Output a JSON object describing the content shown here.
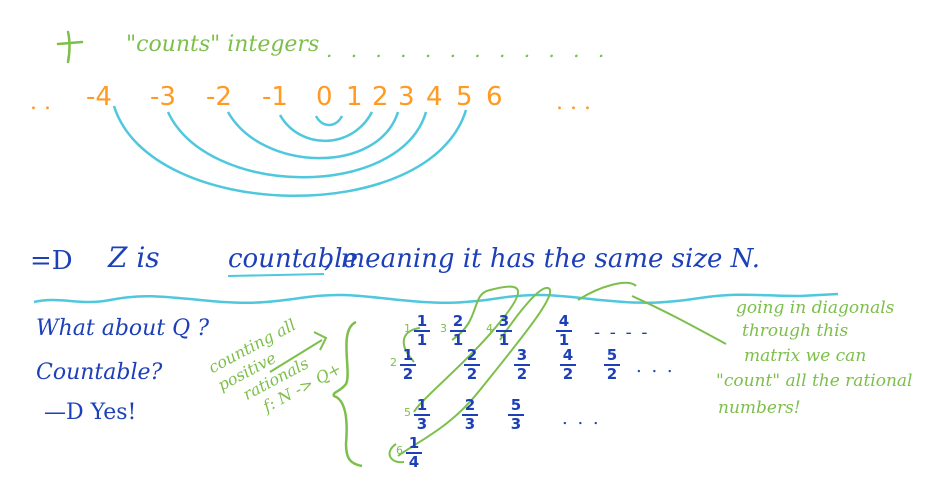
{
  "top": {
    "f_label": "f",
    "counts_label": "\"counts\" integers",
    "dotted_trail": ". . . . . . . . . . . ."
  },
  "number_line": {
    "left_dots": ". .",
    "numbers": [
      "-4",
      "-3",
      "-2",
      "-1",
      "0",
      "1",
      "2",
      "3",
      "4",
      "5",
      "6"
    ],
    "right_dots": ". . ."
  },
  "conclusion": {
    "arrow": "=D",
    "text_before": "Z is",
    "underlined_word": "countable",
    "text_after": ", meaning it has the same size N."
  },
  "question": {
    "what_about": "What about Q ?",
    "countable": "Countable?",
    "answer": "—D Yes!"
  },
  "side_note": {
    "lines": [
      "counting all",
      "positive",
      "rationals",
      "f: N -> Q+"
    ]
  },
  "matrix": {
    "row1": [
      {
        "tag": "1",
        "num": "1",
        "den": "1"
      },
      {
        "tag": "3",
        "num": "2",
        "den": "1"
      },
      {
        "tag": "4",
        "num": "3",
        "den": "1"
      },
      {
        "tag": "",
        "num": "4",
        "den": "1"
      }
    ],
    "row1_dots": "- - - -",
    "row2": [
      {
        "tag": "2",
        "num": "1",
        "den": "2"
      },
      {
        "tag": "",
        "num": "2",
        "den": "2"
      },
      {
        "tag": "",
        "num": "3",
        "den": "2"
      },
      {
        "tag": "",
        "num": "4",
        "den": "2"
      },
      {
        "tag": "",
        "num": "5",
        "den": "2"
      }
    ],
    "row2_dots": ". . .",
    "row3": [
      {
        "tag": "5",
        "num": "1",
        "den": "3"
      },
      {
        "tag": "",
        "num": "2",
        "den": "3"
      },
      {
        "tag": "",
        "num": "5",
        "den": "3"
      }
    ],
    "row3_dots": ". . .",
    "row4": [
      {
        "tag": "6",
        "num": "1",
        "den": "4"
      }
    ]
  },
  "right_note": {
    "lines": [
      "going in diagonals",
      "through this",
      "matrix we can",
      "\"count\" all the rational",
      "numbers!"
    ]
  },
  "colors": {
    "green": "#7cbf4a",
    "orange": "#ff9a22",
    "blue": "#1d40b8",
    "cyan": "#4fc8dd"
  }
}
